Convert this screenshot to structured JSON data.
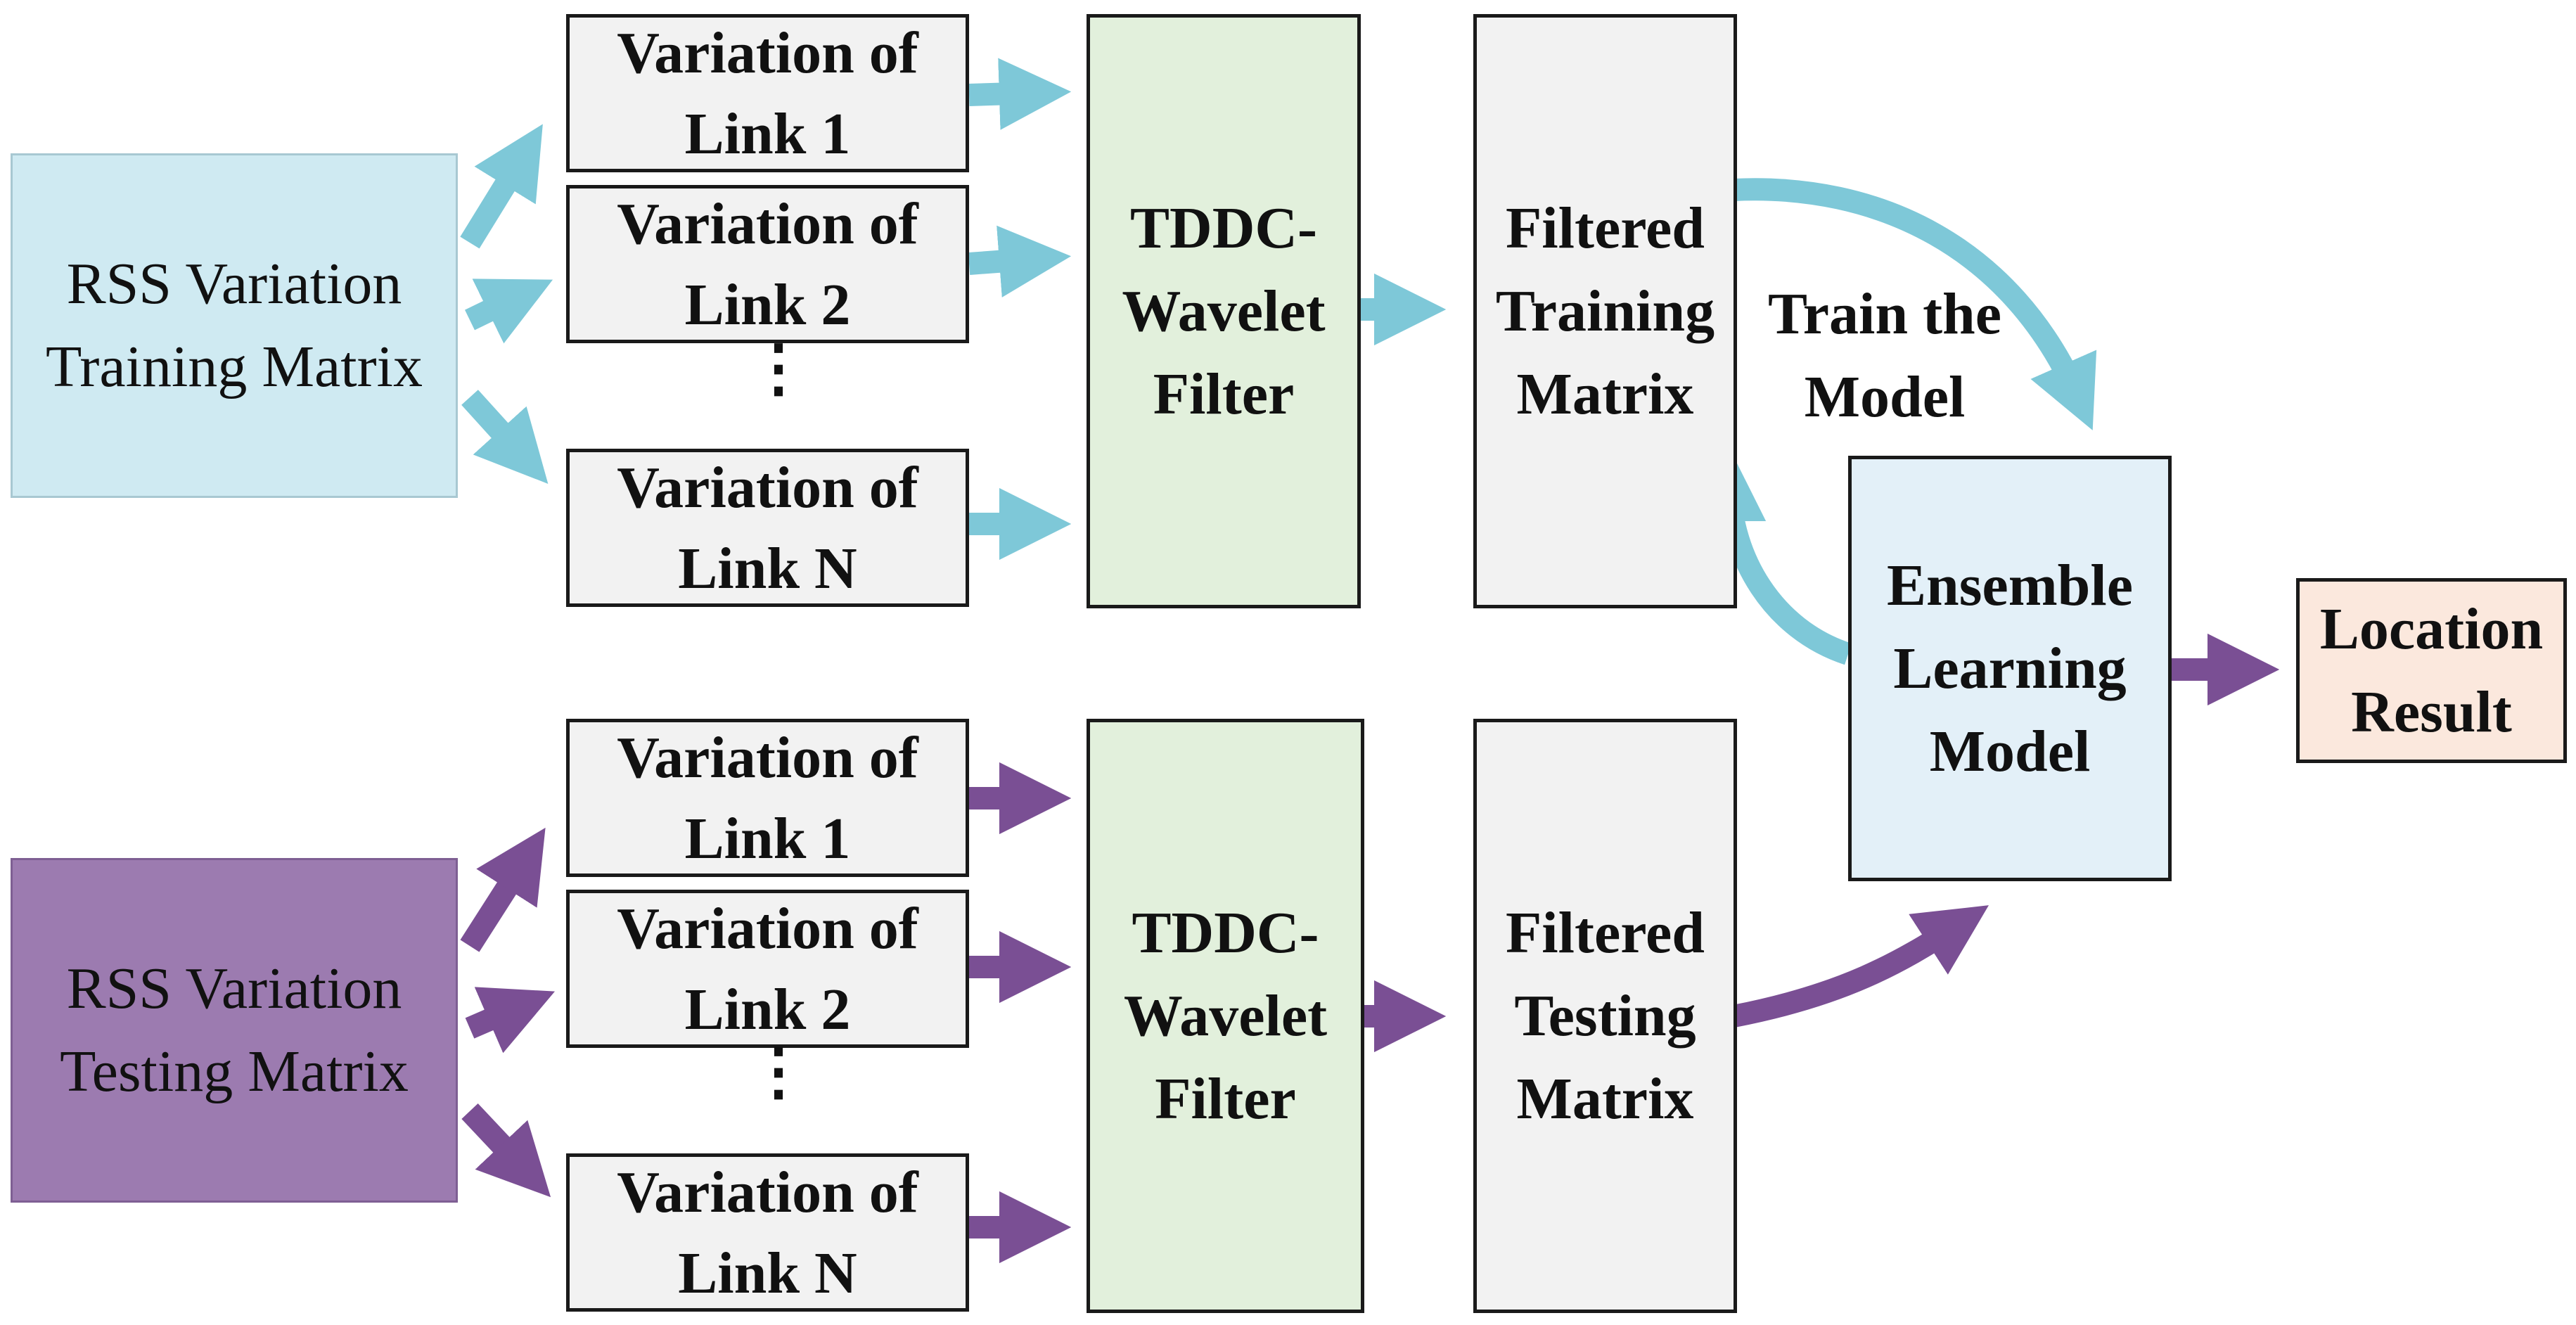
{
  "colors": {
    "training_arrow": "#7ec8d8",
    "testing_arrow": "#7a4f94",
    "training_matrix_fill": "#cfeaf2",
    "testing_matrix_fill": "#9c7bb0",
    "link_fill": "#f2f2f2",
    "filter_fill": "#e2f0dc",
    "filtered_fill": "#f2f2f2",
    "ensemble_fill": "#e3f0f8",
    "result_fill": "#fbe8dd"
  },
  "training": {
    "matrix_label": "RSS Variation Training Matrix",
    "links": [
      {
        "line1": "Variation of",
        "line2": "Link 1"
      },
      {
        "line1": "Variation of",
        "line2": "Link 2"
      },
      {
        "line1": "Variation of",
        "line2": "Link N"
      }
    ],
    "filter": {
      "line1": "TDDC-",
      "line2": "Wavelet",
      "line3": "Filter"
    },
    "filtered": {
      "line1": "Filtered",
      "line2": "Training",
      "line3": "Matrix"
    }
  },
  "testing": {
    "matrix_label": "RSS Variation Testing Matrix",
    "links": [
      {
        "line1": "Variation of",
        "line2": "Link 1"
      },
      {
        "line1": "Variation of",
        "line2": "Link 2"
      },
      {
        "line1": "Variation of",
        "line2": "Link N"
      }
    ],
    "filter": {
      "line1": "TDDC-",
      "line2": "Wavelet",
      "line3": "Filter"
    },
    "filtered": {
      "line1": "Filtered",
      "line2": "Testing",
      "line3": "Matrix"
    }
  },
  "ensemble": {
    "line1": "Ensemble",
    "line2": "Learning",
    "line3": "Model"
  },
  "result": {
    "line1": "Location",
    "line2": "Result"
  },
  "train_label": {
    "line1": "Train the",
    "line2": "Model"
  },
  "ellipsis": "⋮"
}
